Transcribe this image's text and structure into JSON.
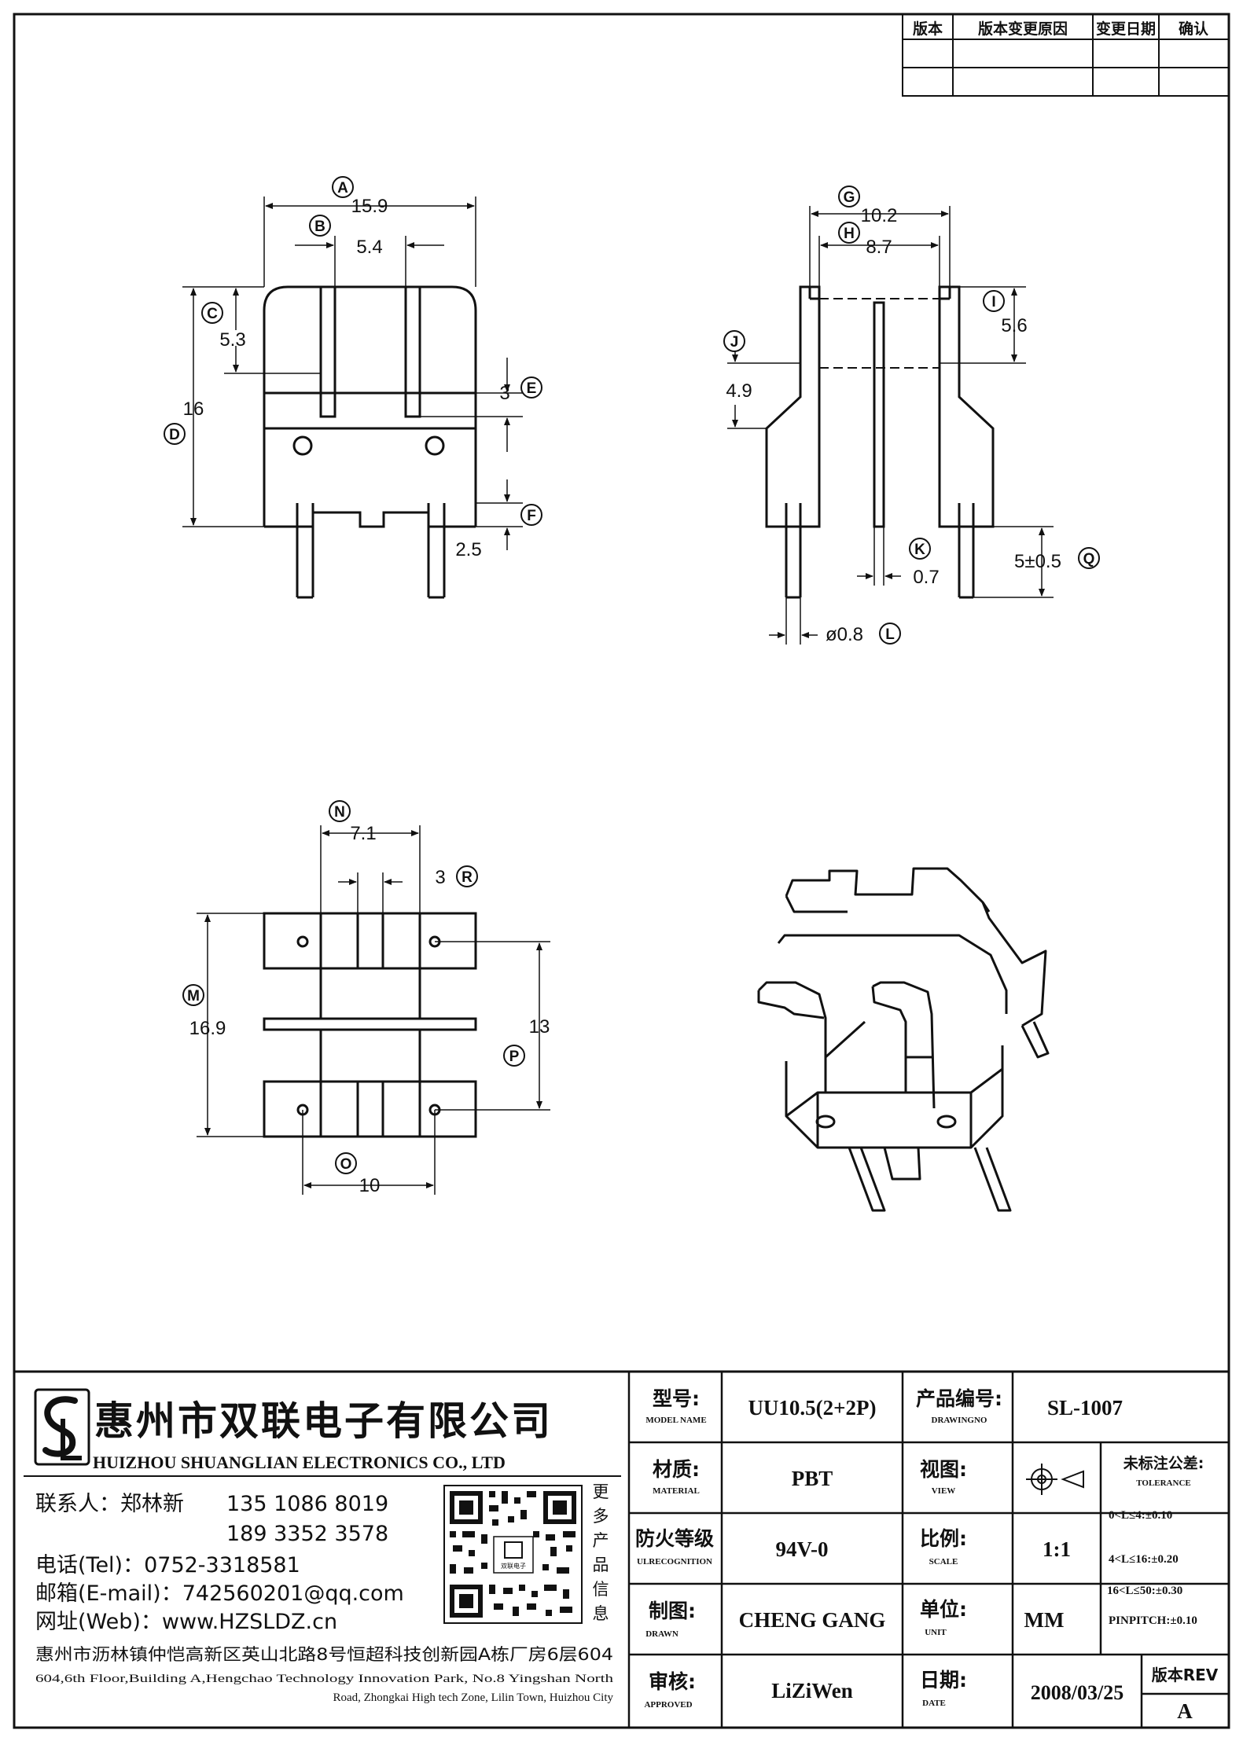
{
  "revision_table": {
    "headers": [
      "版本",
      "版本变更原因",
      "变更日期",
      "确认"
    ]
  },
  "dimensions": {
    "A": "15.9",
    "B": "5.4",
    "C": "5.3",
    "D": "16",
    "E": "3",
    "F": "2.5",
    "G": "10.2",
    "H": "8.7",
    "I": "5.6",
    "J": "4.9",
    "K": "0.7",
    "L": "ø0.8",
    "Q": "5±0.5",
    "N": "7.1",
    "R": "3",
    "M": "16.9",
    "P": "13",
    "O": "10"
  },
  "bubbles": [
    "A",
    "B",
    "C",
    "D",
    "E",
    "F",
    "G",
    "H",
    "I",
    "J",
    "K",
    "L",
    "Q",
    "N",
    "R",
    "M",
    "P",
    "O"
  ],
  "company": {
    "name_cn": "惠州市双联电子有限公司",
    "name_en": "HUIZHOU SHUANGLIAN ELECTRONICS CO., LTD",
    "contact": "联系人：郑林新",
    "phone1": "135 1086 8019",
    "phone2": "189 3352 3578",
    "tel": "电话(Tel)：0752-3318581",
    "email": "邮箱(E-mail)：742560201@qq.com",
    "web": "网址(Web)：www.HZSLDZ.cn",
    "qr_side": [
      "更",
      "多",
      "产",
      "品",
      "信",
      "息"
    ],
    "qr_center": "双联电子",
    "address_cn": "惠州市沥林镇仲恺高新区英山北路8号恒超科技创新园A栋厂房6层604",
    "address_en1": "604,6th Floor,Building A,Hengchao Technology Innovation Park, No.8 Yingshan North",
    "address_en2": "Road, Zhongkai High tech Zone, Lilin Town, Huizhou City"
  },
  "title_block": {
    "model_label": "型号:",
    "model_sub": "MODEL NAME",
    "model_value": "UU10.5(2+2P)",
    "drawingno_label": "产品编号:",
    "drawingno_sub": "DRAWINGNO",
    "drawingno_value": "SL-1007",
    "material_label": "材质:",
    "material_sub": "MATERIAL",
    "material_value": "PBT",
    "view_label": "视图:",
    "view_sub": "VIEW",
    "tolerance_label": "未标注公差:",
    "tolerance_sub": "TOLERANCE",
    "tolerance_rows": [
      "0<L≤4:±0.10",
      "4<L≤16:±0.20",
      "16<L≤50:±0.30",
      "PINPITCH:±0.10"
    ],
    "flame_label": "防火等级",
    "flame_sub": "ULRECOGNITION",
    "flame_value": "94V-0",
    "scale_label": "比例:",
    "scale_sub": "SCALE",
    "scale_value": "1:1",
    "drawn_label": "制图:",
    "drawn_sub": "DRAWN",
    "drawn_value": "CHENG GANG",
    "unit_label": "单位:",
    "unit_sub": "UNIT",
    "unit_value": "MM",
    "approved_label": "审核:",
    "approved_sub": "APPROVED",
    "approved_value": "LiZiWen",
    "date_label": "日期:",
    "date_sub": "DATE",
    "date_value": "2008/03/25",
    "rev_label": "版本REV",
    "rev_value": "A"
  }
}
